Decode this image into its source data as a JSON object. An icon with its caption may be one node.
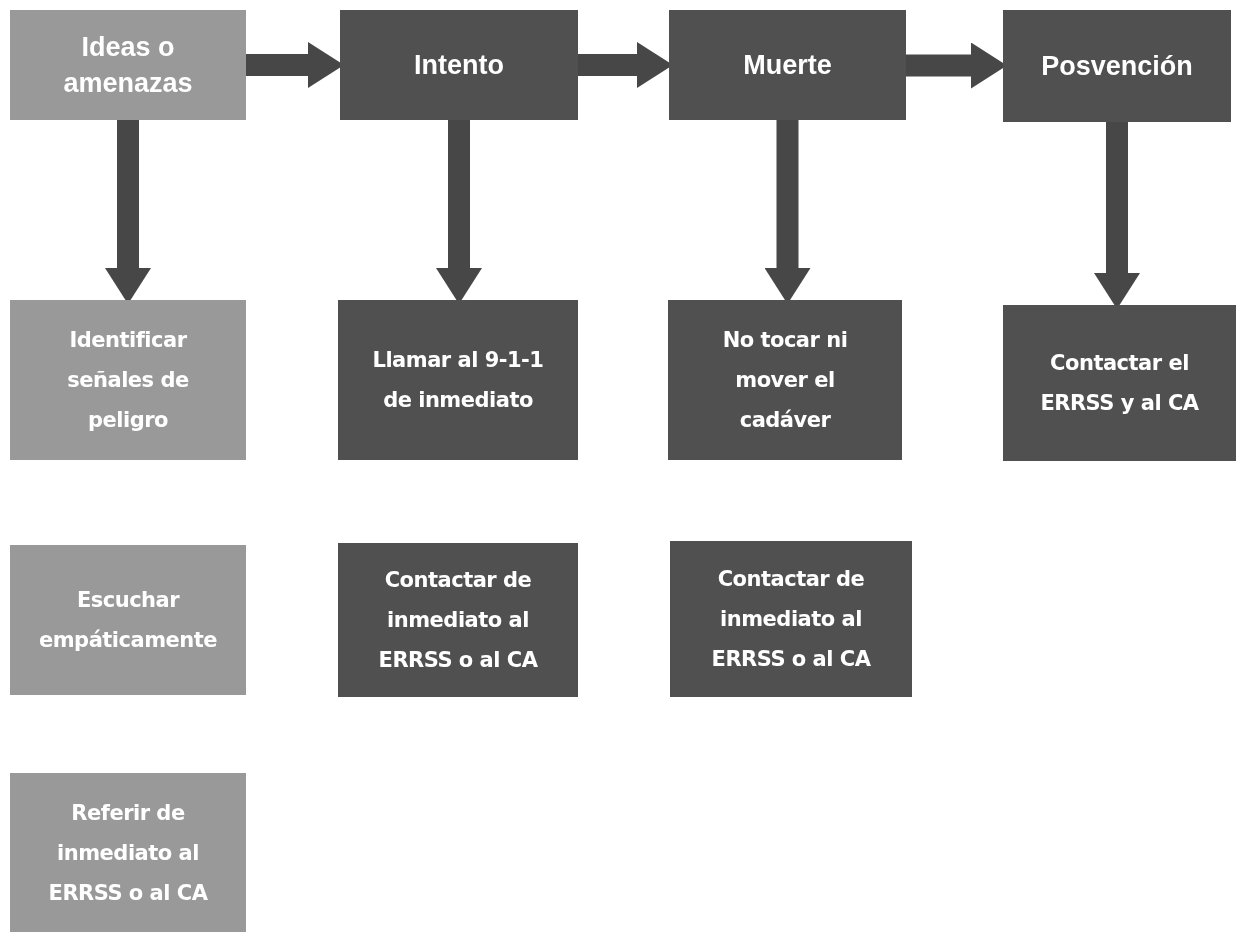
{
  "diagram": {
    "nodes": [
      {
        "text": [
          "Ideas o amenazas"
        ]
      },
      {
        "text": [
          "Intento"
        ]
      },
      {
        "text": [
          "Muerte"
        ]
      },
      {
        "text": [
          "Posvención"
        ]
      },
      {
        "text": [
          "Identificar señales de peligro"
        ]
      },
      {
        "text": [
          "Llamar al 9-1-1 de inmediato"
        ]
      },
      {
        "text": [
          "No tocar ni mover el cadáver"
        ]
      },
      {
        "text": [
          "Contactar el ERRSS y al CA"
        ]
      },
      {
        "text": [
          "Escuchar empáticamente"
        ]
      },
      {
        "text": [
          "Contactar de inmediato al ERRSS o al CA"
        ]
      },
      {
        "text": [
          "Contactar de inmediato al ERRSS o al CA"
        ]
      },
      {
        "text": [
          "Referir de inmediato al ERRSS o al CA"
        ]
      }
    ],
    "edges": [
      {
        "from": 0,
        "to": 1,
        "arrow": "to"
      },
      {
        "from": 1,
        "to": 2,
        "arrow": "to"
      },
      {
        "from": 2,
        "to": 3,
        "arrow": "to"
      },
      {
        "from": 0,
        "to": 4,
        "arrow": "to"
      },
      {
        "from": 1,
        "to": 5,
        "arrow": "to"
      },
      {
        "from": 2,
        "to": 6,
        "arrow": "to"
      },
      {
        "from": 3,
        "to": 7,
        "arrow": "to"
      }
    ]
  }
}
